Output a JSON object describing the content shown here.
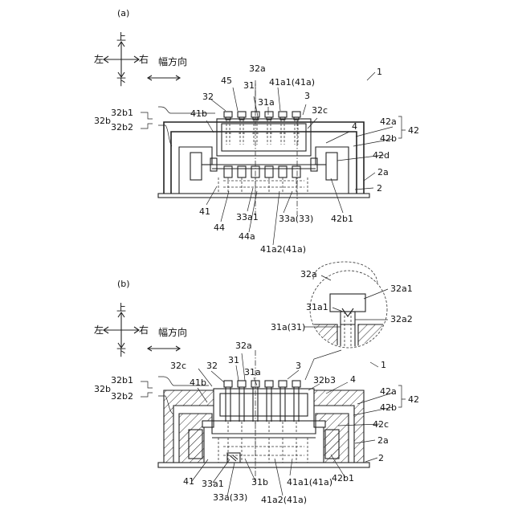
{
  "fig_a": {
    "panel": "(a)",
    "dir": {
      "up": "上",
      "down": "下",
      "left": "左",
      "right": "右",
      "width": "幅方向"
    },
    "labels": {
      "l1": "1",
      "l3": "3",
      "l2": "2",
      "l2a": "2a",
      "l32": "32",
      "l32a": "32a",
      "l32b": "32b",
      "l32b1": "32b1",
      "l32b2": "32b2",
      "l32c": "32c",
      "l45": "45",
      "l31": "31",
      "l31a": "31a",
      "l41a1": "41a1(41a)",
      "l41b": "41b",
      "l4": "4",
      "l42": "42",
      "l42a": "42a",
      "l42b": "42b",
      "l42d": "42d",
      "l42b1": "42b1",
      "l41": "41",
      "l44": "44",
      "l44a": "44a",
      "l33a1": "33a1",
      "l33a": "33a(33)",
      "l41a2": "41a2(41a)"
    }
  },
  "fig_b": {
    "panel": "(b)",
    "dir": {
      "up": "上",
      "down": "下",
      "left": "左",
      "right": "右",
      "width": "幅方向"
    },
    "labels": {
      "l1": "1",
      "l3": "3",
      "l2": "2",
      "l2a": "2a",
      "l32": "32",
      "l32a": "32a",
      "l32b": "32b",
      "l32b1": "32b1",
      "l32b2": "32b2",
      "l32b3": "32b3",
      "l32c": "32c",
      "l31": "31",
      "l31a": "31a",
      "l41b": "41b",
      "l4": "4",
      "l42": "42",
      "l42a": "42a",
      "l42b": "42b",
      "l42c": "42c",
      "l42b1": "42b1",
      "l41": "41",
      "l33a1": "33a1",
      "l33a": "33a(33)",
      "l31b": "31b",
      "l41a1": "41a1(41a)",
      "l41a2": "41a2(41a)"
    },
    "detail": {
      "l32a": "32a",
      "l32a1": "32a1",
      "l31a1": "31a1",
      "l32a2": "32a2",
      "l31a": "31a(31)"
    }
  }
}
